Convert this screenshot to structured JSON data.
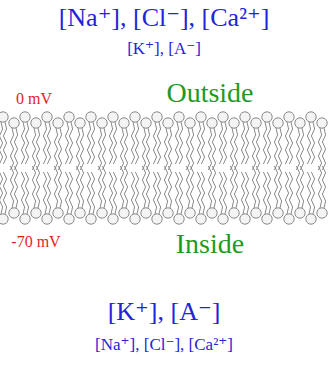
{
  "diagram": {
    "labels": [
      "[Na⁺], [Cl⁻], [Ca²⁺]",
      "[K⁺], [A⁻]",
      "0 mV",
      "Outside",
      "-70 mV",
      "Inside",
      "[K⁺], [A⁻]",
      "[Na⁺], [Cl⁻], [Ca²⁺]"
    ]
  }
}
